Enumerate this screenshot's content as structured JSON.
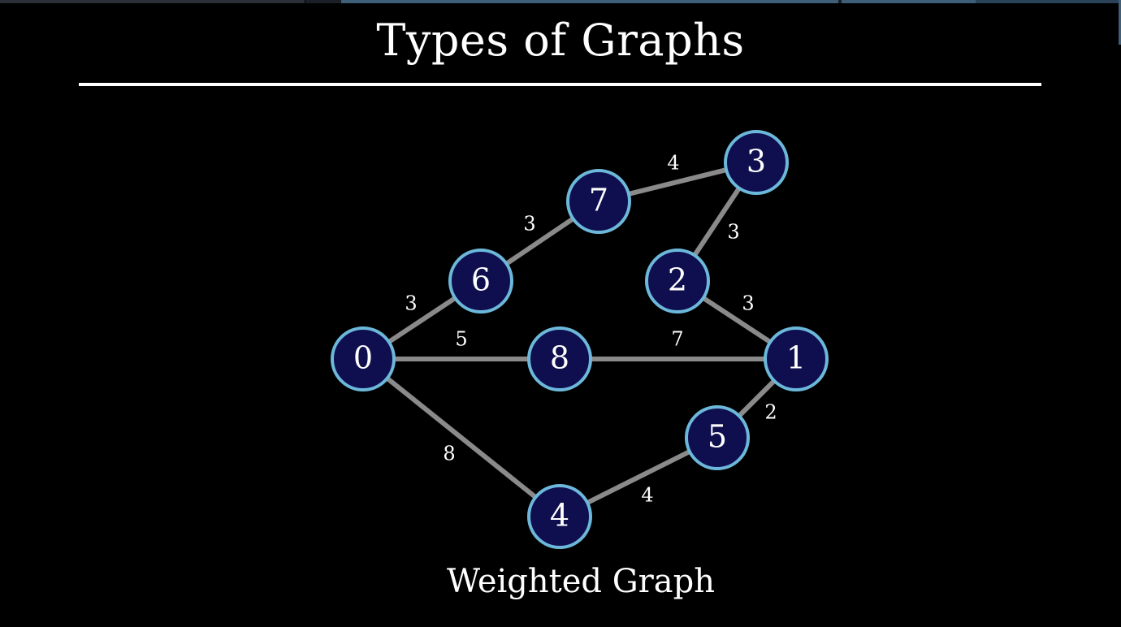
{
  "title": "Types of Graphs",
  "caption": "Weighted Graph",
  "colors": {
    "background": "#000000",
    "node_fill": "#0f0f4f",
    "node_stroke": "#6cb8db",
    "edge": "#8a8a8a",
    "text": "#ffffff"
  },
  "graph": {
    "nodes": [
      {
        "id": "0",
        "label": "0"
      },
      {
        "id": "1",
        "label": "1"
      },
      {
        "id": "2",
        "label": "2"
      },
      {
        "id": "3",
        "label": "3"
      },
      {
        "id": "4",
        "label": "4"
      },
      {
        "id": "5",
        "label": "5"
      },
      {
        "id": "6",
        "label": "6"
      },
      {
        "id": "7",
        "label": "7"
      },
      {
        "id": "8",
        "label": "8"
      }
    ],
    "edges": [
      {
        "from": "0",
        "to": "6",
        "weight": "3"
      },
      {
        "from": "6",
        "to": "7",
        "weight": "3"
      },
      {
        "from": "7",
        "to": "3",
        "weight": "4"
      },
      {
        "from": "3",
        "to": "2",
        "weight": "3"
      },
      {
        "from": "2",
        "to": "1",
        "weight": "3"
      },
      {
        "from": "0",
        "to": "8",
        "weight": "5"
      },
      {
        "from": "8",
        "to": "1",
        "weight": "7"
      },
      {
        "from": "0",
        "to": "4",
        "weight": "8"
      },
      {
        "from": "4",
        "to": "5",
        "weight": "4"
      },
      {
        "from": "5",
        "to": "1",
        "weight": "2"
      }
    ]
  }
}
